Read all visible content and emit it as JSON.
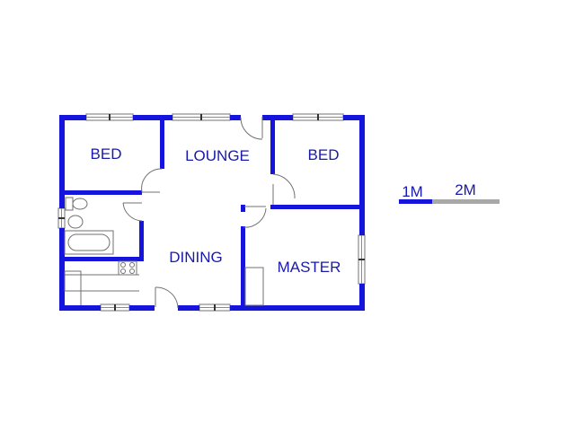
{
  "colors": {
    "wall": "#1414dc",
    "label": "#1a1aaa",
    "window": "#8a8a8a",
    "fixture": "#707070",
    "scale_grey": "#a8a8a8"
  },
  "rooms": {
    "bed_left": "BED",
    "lounge": "LOUNGE",
    "bed_right": "BED",
    "dining": "DINING",
    "master": "MASTER"
  },
  "scale": {
    "label_1": "1M",
    "label_2": "2M"
  }
}
